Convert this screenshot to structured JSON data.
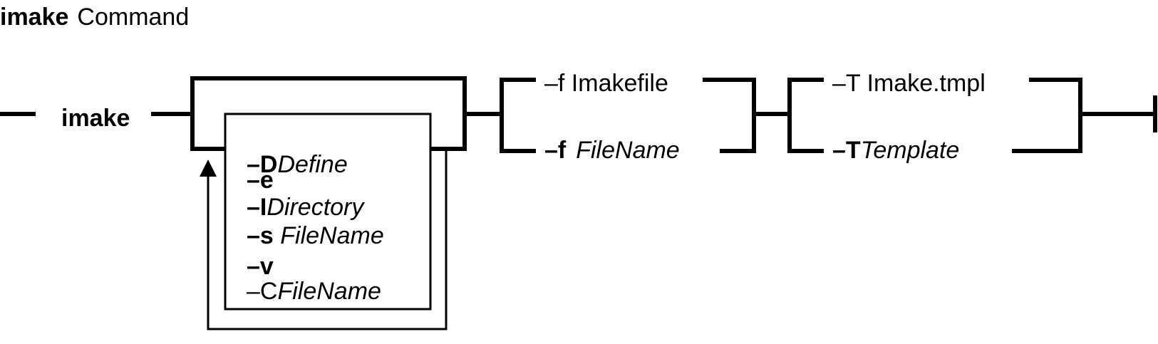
{
  "title": {
    "command": "imake",
    "suffix": "Command"
  },
  "syntax": {
    "command_name": "imake",
    "repeat_options": [
      {
        "flag": "–D",
        "arg": "Define"
      },
      {
        "flag": "–e",
        "arg": ""
      },
      {
        "flag": "–I",
        "arg": "Directory"
      },
      {
        "flag": "–s",
        "arg": " FileName"
      },
      {
        "flag": "–v",
        "arg": ""
      },
      {
        "flag": "–C",
        "arg": "FileName"
      }
    ],
    "imakefile_group": {
      "default": "–f Imakefile",
      "alt_flag": "–f",
      "alt_arg": "FileName"
    },
    "template_group": {
      "default": "–T Imake.tmpl",
      "alt_flag": "–T",
      "alt_arg": "Template"
    }
  }
}
